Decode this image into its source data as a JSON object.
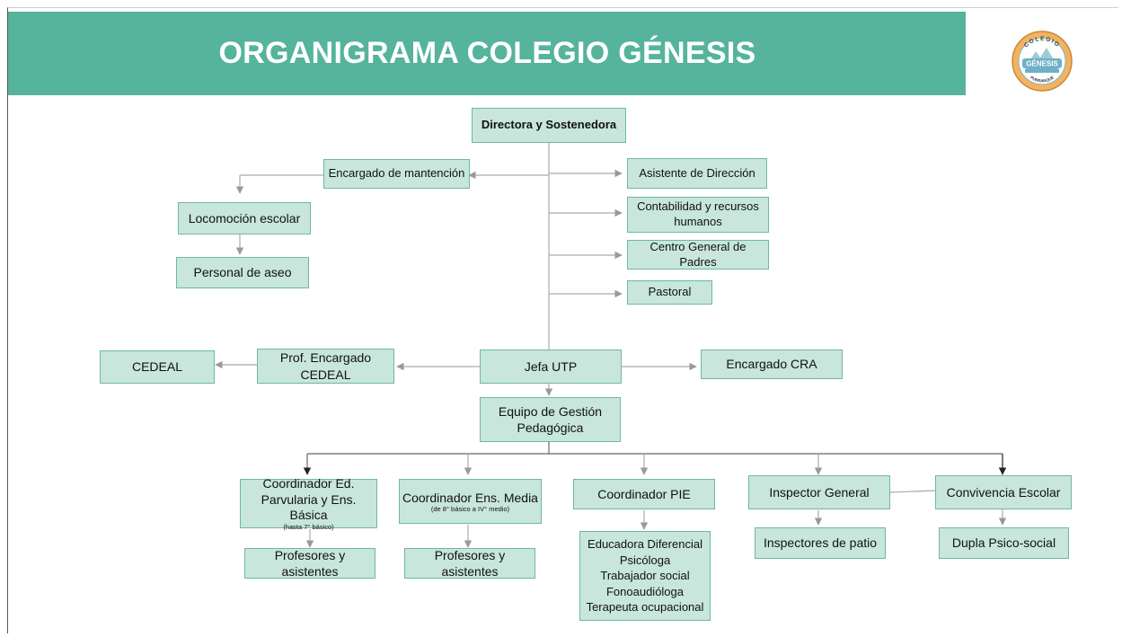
{
  "header": {
    "title": "ORGANIGRAMA COLEGIO GÉNESIS"
  },
  "logo": {
    "top_text": "COLEGIO",
    "middle_text": "GÉNESIS",
    "bottom_text": "PURRANQUE"
  },
  "nodes": {
    "directora": "Directora y Sostenedora",
    "mantencion": "Encargado de mantención",
    "locomocion": "Locomoción escolar",
    "aseo": "Personal de aseo",
    "asistente": "Asistente de Dirección",
    "contabilidad": "Contabilidad y recursos humanos",
    "centro_padres": "Centro General de Padres",
    "pastoral": "Pastoral",
    "cedeal": "CEDEAL",
    "prof_cedeal": "Prof. Encargado CEDEAL",
    "jefa_utp": "Jefa UTP",
    "cra": "Encargado CRA",
    "equipo": "Equipo de Gestión Pedagógica",
    "coord_basica": "Coordinador Ed. Parvularia y Ens. Básica",
    "coord_basica_note": "(hasta 7° básico)",
    "coord_media": "Coordinador Ens. Media",
    "coord_media_note": "(de 8° básico a IV° medio)",
    "coord_pie": "Coordinador PIE",
    "inspector": "Inspector General",
    "convivencia": "Convivencia Escolar",
    "profesores_1": "Profesores y asistentes",
    "profesores_2": "Profesores y asistentes",
    "pie_team": [
      "Educadora Diferencial",
      "Psicóloga",
      "Trabajador social",
      "Fonoaudióloga",
      "Terapeuta ocupacional"
    ],
    "inspectores_patio": "Inspectores de patio",
    "dupla": "Dupla Psico-social"
  }
}
